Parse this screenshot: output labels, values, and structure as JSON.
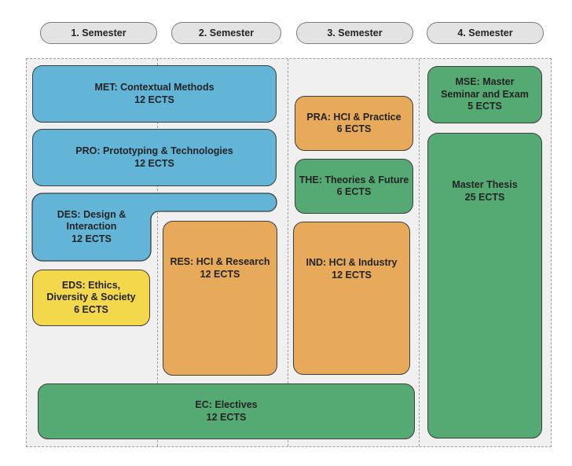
{
  "palette": {
    "blue": "#63b5d8",
    "orange": "#e7a95a",
    "green": "#55a973",
    "yellow": "#f3d84b",
    "pill": "#e3e3e3",
    "board": "#f0f0f0"
  },
  "semesters": [
    {
      "label": "1. Semester"
    },
    {
      "label": "2. Semester"
    },
    {
      "label": "3. Semester"
    },
    {
      "label": "4. Semester"
    }
  ],
  "modules": [
    {
      "id": "MET",
      "color": "blue",
      "ects": 12,
      "lines": [
        "MET: Contextual Methods",
        "12 ECTS"
      ]
    },
    {
      "id": "PRO",
      "color": "blue",
      "ects": 12,
      "lines": [
        "PRO: Prototyping & Technologies",
        "12 ECTS"
      ]
    },
    {
      "id": "DES",
      "color": "blue",
      "ects": 12,
      "lines": [
        "DES: Design &",
        "Interaction",
        "12 ECTS"
      ]
    },
    {
      "id": "EDS",
      "color": "yellow",
      "ects": 6,
      "lines": [
        "EDS: Ethics,",
        "Diversity & Society",
        "6 ECTS"
      ]
    },
    {
      "id": "RES",
      "color": "orange",
      "ects": 12,
      "lines": [
        "RES: HCI & Research",
        "12 ECTS"
      ]
    },
    {
      "id": "PRA",
      "color": "orange",
      "ects": 6,
      "lines": [
        "PRA: HCI & Practice",
        "6 ECTS"
      ]
    },
    {
      "id": "THE",
      "color": "green",
      "ects": 6,
      "lines": [
        "THE: Theories & Future",
        "6 ECTS"
      ]
    },
    {
      "id": "IND",
      "color": "orange",
      "ects": 12,
      "lines": [
        "IND: HCI & Industry",
        "12 ECTS"
      ]
    },
    {
      "id": "MSE",
      "color": "green",
      "ects": 5,
      "lines": [
        "MSE: Master",
        "Seminar and Exam",
        "5 ECTS"
      ]
    },
    {
      "id": "THESIS",
      "color": "green",
      "ects": 25,
      "lines": [
        "Master Thesis",
        "25 ECTS"
      ]
    },
    {
      "id": "EC",
      "color": "green",
      "ects": 12,
      "lines": [
        "EC: Electives",
        "12 ECTS"
      ]
    }
  ]
}
